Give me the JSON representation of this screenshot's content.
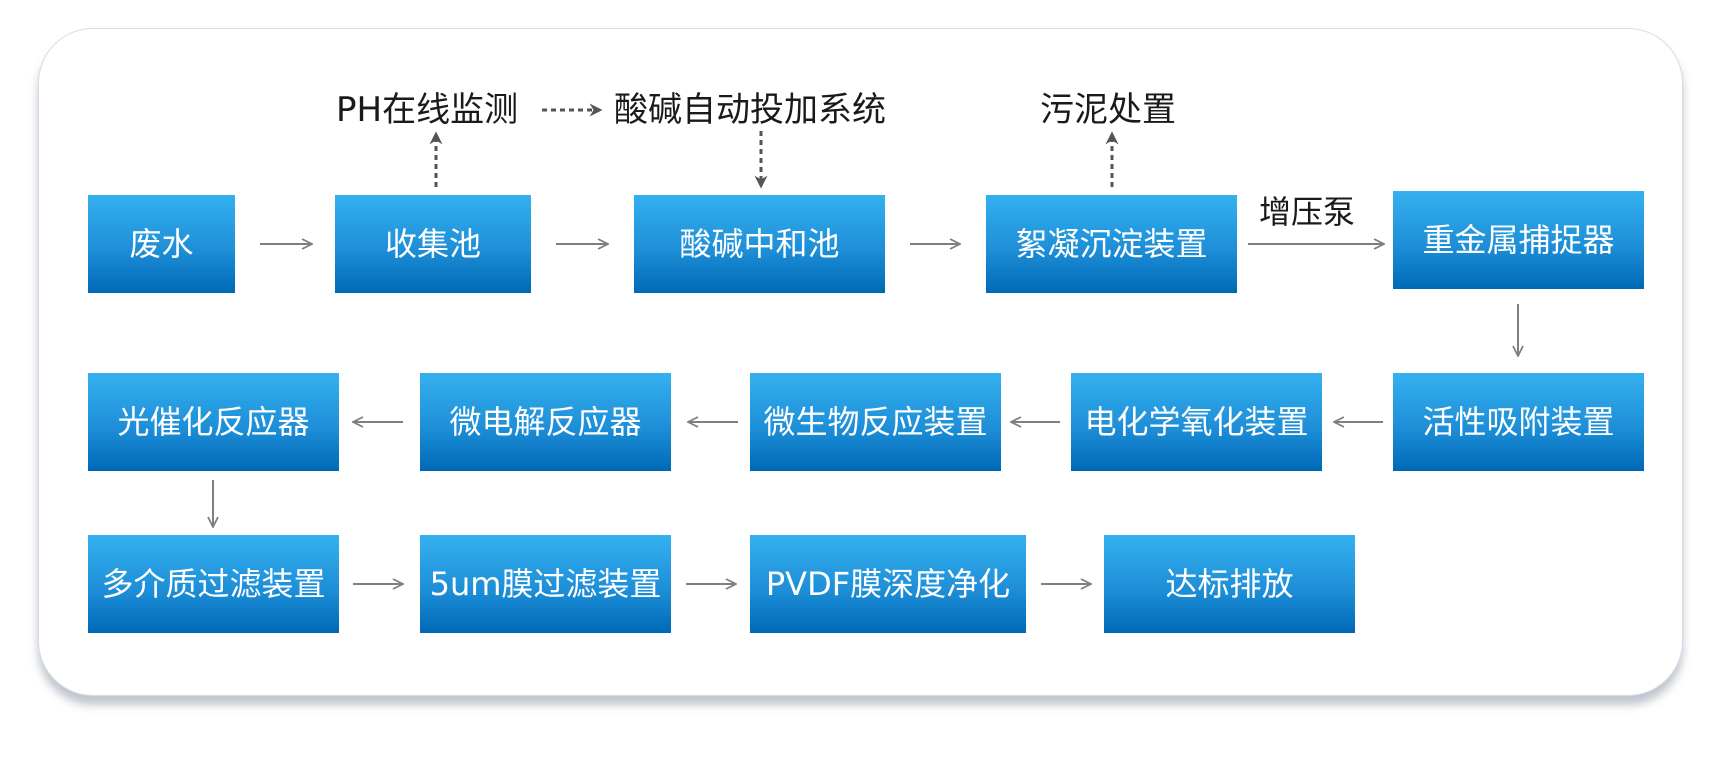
{
  "colors": {
    "node_top": "#35b1ef",
    "node_bottom": "#0069b6",
    "arrow": "#7f7f7f",
    "dashed_arrow": "#555555",
    "label_text": "#1a1a1a"
  },
  "nodes": {
    "wastewater": "废水",
    "collection_tank": "收集池",
    "neutralization_tank": "酸碱中和池",
    "flocculation_device": "絮凝沉淀装置",
    "heavy_metal_catcher": "重金属捕捉器",
    "activated_adsorption": "活性吸附装置",
    "electrochemical_oxidation": "电化学氧化装置",
    "microbial_reactor": "微生物反应装置",
    "micro_electrolysis_reactor": "微电解反应器",
    "photocatalytic_reactor": "光催化反应器",
    "multimedia_filter": "多介质过滤装置",
    "membrane_filter_5um": "5um膜过滤装置",
    "pvdf_purification": "PVDF膜深度净化",
    "discharge": "达标排放"
  },
  "labels": {
    "ph_monitoring": "PH在线监测",
    "acid_base_dosing": "酸碱自动投加系统",
    "sludge_disposal": "污泥处置",
    "booster_pump": "增压泵"
  }
}
